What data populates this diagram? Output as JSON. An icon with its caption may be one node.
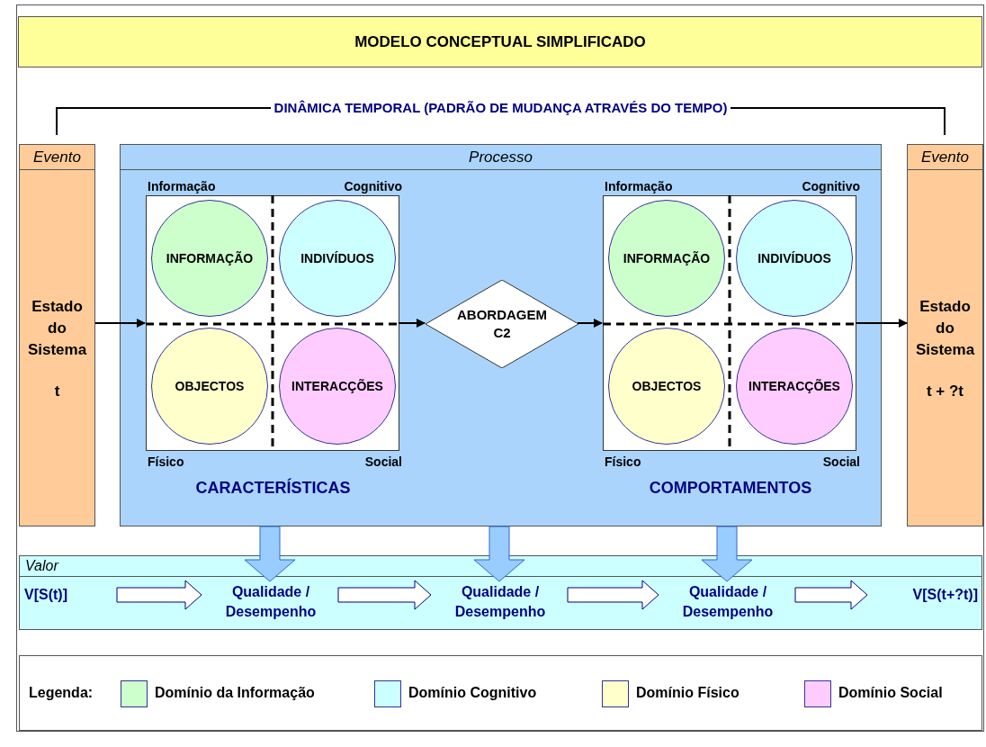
{
  "diagram": {
    "title": "MODELO CONCEPTUAL SIMPLIFICADO",
    "nodes": [
      {
        "text": [
          "Evento",
          "Estado do Sistema",
          "t"
        ]
      },
      {
        "text": [
          "Processo"
        ]
      },
      {
        "text": [
          "Informação",
          "Cognitivo",
          "Físico",
          "Social",
          "CARACTERÍSTICAS"
        ],
        "in": 1
      },
      {
        "text": [
          "INFORMAÇÃO"
        ],
        "in": 2
      },
      {
        "text": [
          "INDIVÍDUOS"
        ],
        "in": 2
      },
      {
        "text": [
          "OBJECTOS"
        ],
        "in": 2
      },
      {
        "text": [
          "INTERACÇÕES"
        ],
        "in": 2
      },
      {
        "text": [
          "ABORDAGEM C2"
        ],
        "in": 1
      },
      {
        "text": [
          "Informação",
          "Cognitivo",
          "Físico",
          "Social",
          "COMPORTAMENTOS"
        ],
        "in": 1
      },
      {
        "text": [
          "INFORMAÇÃO"
        ],
        "in": 8
      },
      {
        "text": [
          "INDIVÍDUOS"
        ],
        "in": 8
      },
      {
        "text": [
          "OBJECTOS"
        ],
        "in": 8
      },
      {
        "text": [
          "INTERACÇÕES"
        ],
        "in": 8
      },
      {
        "text": [
          "Evento",
          "Estado do Sistema",
          "t + ?t"
        ]
      },
      {
        "text": [
          "Valor"
        ]
      },
      {
        "text": [
          "V[S(t)]"
        ],
        "in": 14
      },
      {
        "text": [
          "Qualidade / Desempenho"
        ],
        "in": 14
      },
      {
        "text": [
          "Qualidade / Desempenho"
        ],
        "in": 14
      },
      {
        "text": [
          "Qualidade / Desempenho"
        ],
        "in": 14
      },
      {
        "text": [
          "V[S(t+?t)]"
        ],
        "in": 14
      }
    ],
    "edges": [
      {
        "from": 0,
        "to": 13,
        "arrow": "none",
        "label": "DINÂMICA TEMPORAL (PADRÃO DE MUDANÇA ATRAVÉS DO TEMPO)"
      },
      {
        "from": 0,
        "to": 2,
        "arrow": "to"
      },
      {
        "from": 2,
        "to": 7,
        "arrow": "to"
      },
      {
        "from": 7,
        "to": 8,
        "arrow": "to"
      },
      {
        "from": 8,
        "to": 13,
        "arrow": "to"
      },
      {
        "from": 1,
        "to": 16,
        "arrow": "to",
        "style": "thick",
        "color": "#99ccff"
      },
      {
        "from": 1,
        "to": 17,
        "arrow": "to",
        "style": "thick",
        "color": "#99ccff"
      },
      {
        "from": 1,
        "to": 18,
        "arrow": "to",
        "style": "thick",
        "color": "#99ccff"
      },
      {
        "from": 15,
        "to": 16,
        "arrow": "to",
        "style": "thick"
      },
      {
        "from": 16,
        "to": 17,
        "arrow": "to",
        "style": "thick"
      },
      {
        "from": 17,
        "to": 18,
        "arrow": "to",
        "style": "thick"
      },
      {
        "from": 18,
        "to": 19,
        "arrow": "to",
        "style": "thick"
      }
    ],
    "labels": [
      "Legenda:"
    ],
    "legend": [
      {
        "text": "Domínio da Informação",
        "color": "#ccffcc"
      },
      {
        "text": "Domínio Cognitivo",
        "color": "#ccffff"
      },
      {
        "text": "Domínio Físico",
        "color": "#ffffcc"
      },
      {
        "text": "Domínio Social",
        "color": "#ffccff"
      }
    ]
  }
}
